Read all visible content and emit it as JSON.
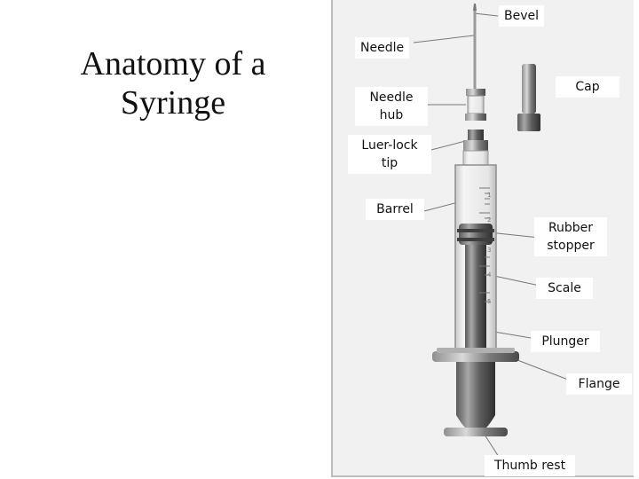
{
  "title": {
    "line1": "Anatomy of a",
    "line2": "Syringe"
  },
  "labels": {
    "bevel": "Bevel",
    "needle": "Needle",
    "cap": "Cap",
    "needle_hub": [
      "Needle",
      "hub"
    ],
    "luer_lock_tip": [
      "Luer-lock",
      "tip"
    ],
    "barrel": "Barrel",
    "rubber_stopper": [
      "Rubber",
      "stopper"
    ],
    "scale": "Scale",
    "plunger": "Plunger",
    "flange": "Flange",
    "thumb_rest": "Thumb rest"
  },
  "scale_numbers": [
    "1",
    "2",
    "3",
    "4",
    "5"
  ]
}
